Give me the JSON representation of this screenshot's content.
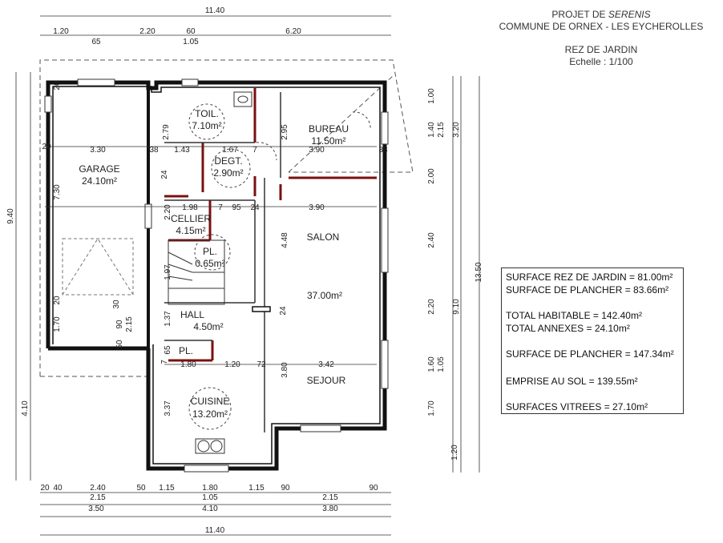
{
  "header": {
    "project_prefix": "PROJET DE ",
    "project_name": "SERENIS",
    "commune": "COMMUNE DE ORNEX - LES EYCHEROLLES",
    "level": "REZ DE JARDIN",
    "scale": "Echelle : 1/100"
  },
  "rooms": [
    {
      "id": "garage",
      "name": "GARAGE",
      "area": "24.10m²"
    },
    {
      "id": "toilet",
      "name": "TOIL.",
      "area": "7.10m²"
    },
    {
      "id": "bureau",
      "name": "BUREAU",
      "area": "11.50m²"
    },
    {
      "id": "degt",
      "name": "DEGT.",
      "area": "2.90m²"
    },
    {
      "id": "cellier",
      "name": "CELLIER",
      "area": "4.15m²"
    },
    {
      "id": "pl_stair",
      "name": "PL.",
      "area": "0.65m²"
    },
    {
      "id": "salon",
      "name": "SALON",
      "area": "37.00m²"
    },
    {
      "id": "hall",
      "name": "HALL",
      "area": "4.50m²"
    },
    {
      "id": "pl_hall",
      "name": "PL.",
      "area": ""
    },
    {
      "id": "sejour",
      "name": "SEJOUR",
      "area": ""
    },
    {
      "id": "cuisine",
      "name": "CUISINE",
      "area": "13.20m²"
    }
  ],
  "dimensions": {
    "top_total": "11.40",
    "top_parts": [
      "1.20",
      "65",
      "2.20",
      "60",
      "1.05",
      "6.20"
    ],
    "bottom_row1": [
      "20",
      "40",
      "2.40",
      "50",
      "1.15",
      "1.80",
      "1.15",
      "90",
      "90"
    ],
    "bottom_row2": [
      "2.15",
      "1.05",
      "2.15"
    ],
    "bottom_row3": [
      "3.50",
      "4.10",
      "3.80"
    ],
    "bottom_total": "11.40",
    "left_outer": [
      "9.40",
      "4.10"
    ],
    "left_inner": [
      "20",
      "7.30",
      "20",
      "1.70",
      "50",
      "90",
      "2.15",
      "30"
    ],
    "right_col1": [
      "1.00",
      "1.40",
      "2.00",
      "2.40",
      "2.20",
      "1.60",
      "1.70",
      "1.20"
    ],
    "right_col2": [
      "2.15",
      "1.05"
    ],
    "right_col3": [
      "3.20",
      "9.10"
    ],
    "right_total": "13.50",
    "interior": [
      "2.79",
      "20",
      "3.30",
      "38",
      "1.43",
      "1.67",
      "7",
      "3.90",
      "38",
      "2.95",
      "24",
      "2.20",
      "1.98",
      "7",
      "95",
      "24",
      "3.90",
      "4.48",
      "1.97",
      "1.37",
      "24",
      "7",
      "65",
      "1.80",
      "1.20",
      "72",
      "3.42",
      "3.80",
      "3.37"
    ]
  },
  "summary": [
    "SURFACE REZ DE JARDIN = 81.00m²",
    "SURFACE DE PLANCHER = 83.66m²",
    "TOTAL HABITABLE = 142.40m²",
    "TOTAL ANNEXES = 24.10m²",
    "SURFACE DE PLANCHER = 147.34m²",
    "EMPRISE AU SOL = 139.55m²",
    "SURFACES VITREES = 27.10m²"
  ]
}
